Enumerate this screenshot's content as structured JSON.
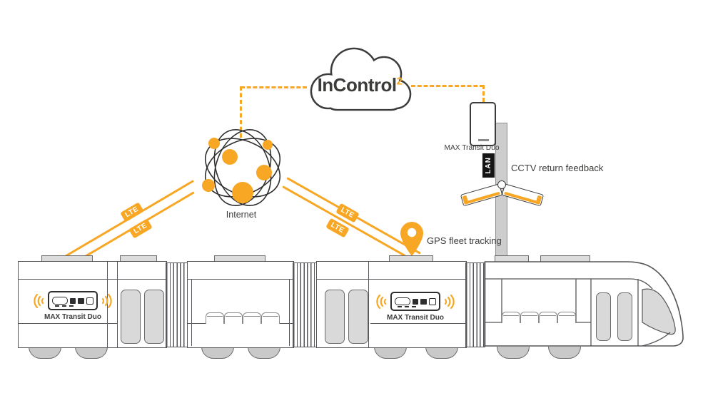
{
  "cloud": {
    "name": "InControl",
    "sup": "2"
  },
  "internet": {
    "label": "Internet"
  },
  "lte": {
    "badge": "LTE"
  },
  "pole": {
    "device_label": "MAX Transit Duo",
    "lan": "LAN",
    "cctv_caption": "CCTV return feedback"
  },
  "gps": {
    "caption": "GPS fleet tracking"
  },
  "train": {
    "device1_label": "MAX Transit Duo",
    "device2_label": "MAX Transit Duo"
  },
  "colors": {
    "accent_orange": "#F7A723",
    "ink": "#3C3C3B",
    "panel_gray": "#D9D9D9",
    "metal_gray": "#CDCDCD",
    "train_outline": "#56565A"
  }
}
